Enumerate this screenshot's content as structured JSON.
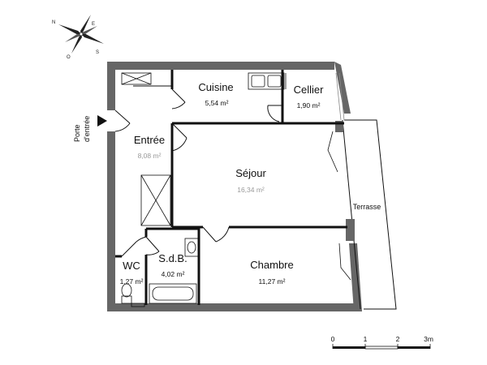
{
  "compass": {
    "n": "N",
    "e": "E",
    "s": "S",
    "o": "O"
  },
  "entrance": {
    "line1": "Porte",
    "line2": "d'entrée"
  },
  "rooms": {
    "cuisine": {
      "name": "Cuisine",
      "area": "5,54 m²"
    },
    "cellier": {
      "name": "Cellier",
      "area": "1,90 m²"
    },
    "entree": {
      "name": "Entrée",
      "area": "8,08 m²"
    },
    "sejour": {
      "name": "Séjour",
      "area": "16,34 m²"
    },
    "terrasse": {
      "name": "Terrasse"
    },
    "wc": {
      "name": "WC",
      "area": "1,27 m²"
    },
    "sdb": {
      "name": "S.d.B.",
      "area": "4,02 m²"
    },
    "chambre": {
      "name": "Chambre",
      "area": "11,27 m²"
    }
  },
  "scale": {
    "t0": "0",
    "t1": "1",
    "t2": "2",
    "t3": "3m"
  }
}
